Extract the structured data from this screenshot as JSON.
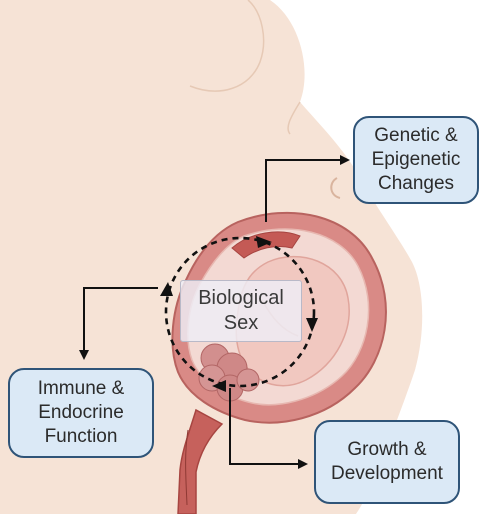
{
  "center_label": {
    "line1": "Biological",
    "line2": "Sex"
  },
  "boxes": {
    "genetic": {
      "line1": "Genetic &",
      "line2": "Epigenetic",
      "line3": "Changes"
    },
    "immune": {
      "line1": "Immune &",
      "line2": "Endocrine",
      "line3": "Function"
    },
    "growth": {
      "line1": "Growth &",
      "line2": "Development"
    }
  },
  "colors": {
    "box_fill": "#dbe9f6",
    "box_border": "#2f5478",
    "skin": "#f6e3d6",
    "uterus_wall": "#d98a86",
    "arrow": "#111111"
  }
}
